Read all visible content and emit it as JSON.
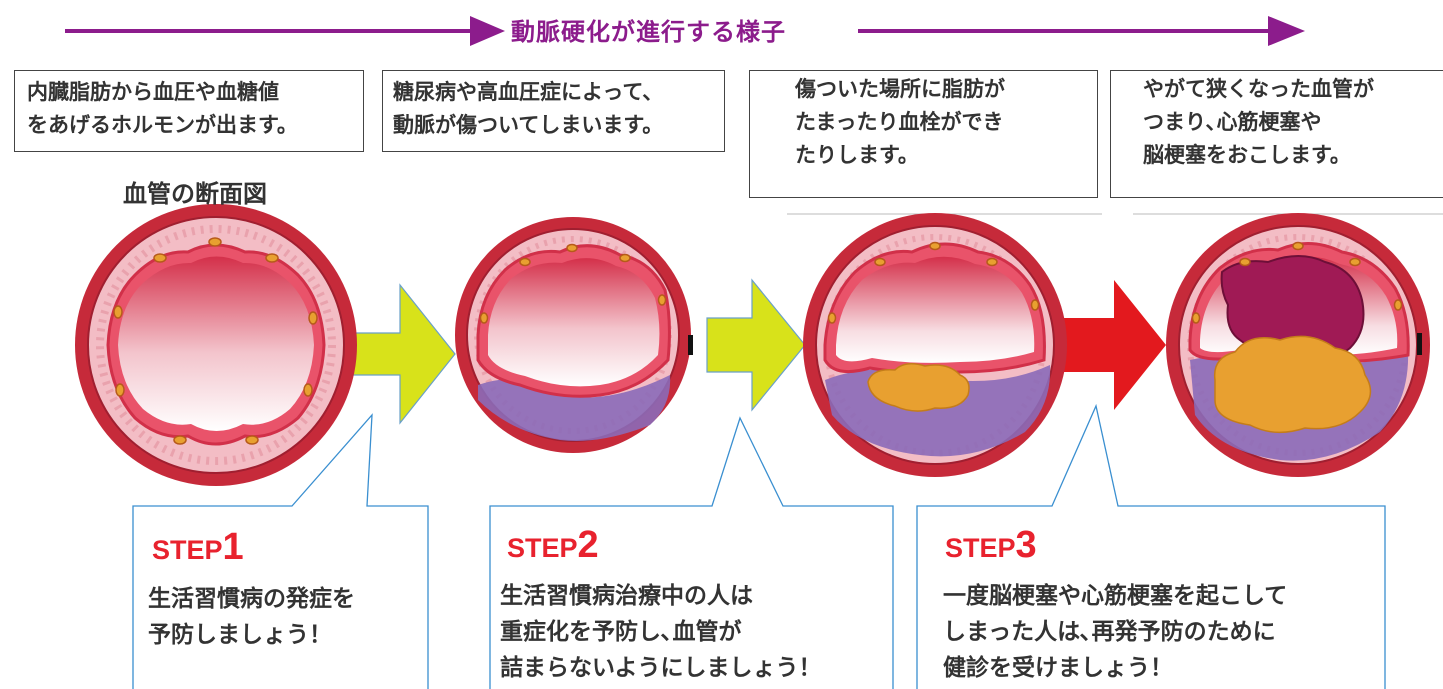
{
  "header": {
    "title": "動脈硬化が進行する様子"
  },
  "section_title": "血管の断面図",
  "stages": [
    {
      "lines": [
        "内臓脂肪から血圧や血糖値",
        "をあげるホルモンが出ます。"
      ]
    },
    {
      "lines": [
        "糖尿病や高血圧症によって、",
        "動脈が傷ついてしまいます。"
      ]
    },
    {
      "lines": [
        "傷ついた場所に脂肪が",
        "たまったり血栓ができ",
        "たりします。"
      ]
    },
    {
      "lines": [
        "やがて狭くなった血管が",
        "つまり､心筋梗塞や",
        "脳梗塞をおこします。"
      ]
    }
  ],
  "steps": [
    {
      "word": "STEP",
      "num": "1",
      "lines": [
        "生活習慣病の発症を",
        "予防しましょう！"
      ]
    },
    {
      "word": "STEP",
      "num": "2",
      "lines": [
        "生活習慣病治療中の人は",
        "重症化を予防し､血管が",
        "詰まらないようにしましょう！"
      ]
    },
    {
      "word": "STEP",
      "num": "3",
      "lines": [
        "一度脳梗塞や心筋梗塞を起こして",
        "しまった人は､再発予防のために",
        "健診を受けましょう！"
      ]
    }
  ],
  "colors": {
    "progress_arrow": "#8c1c8c",
    "step_title": "#e8222e",
    "callout_line": "#3a8fd0",
    "vessel_outer": "#c62a3a",
    "vessel_wall": "#f0b7bf",
    "lumen_top": "#d7364b",
    "plaque_purple": "#8b6ab8",
    "fat_yellow": "#e8a030",
    "thrombus": "#a01a55",
    "arrow_yellow": "#d8e21a",
    "arrow_red": "#e3191e"
  },
  "icons": [
    "arrow-right-icon"
  ]
}
